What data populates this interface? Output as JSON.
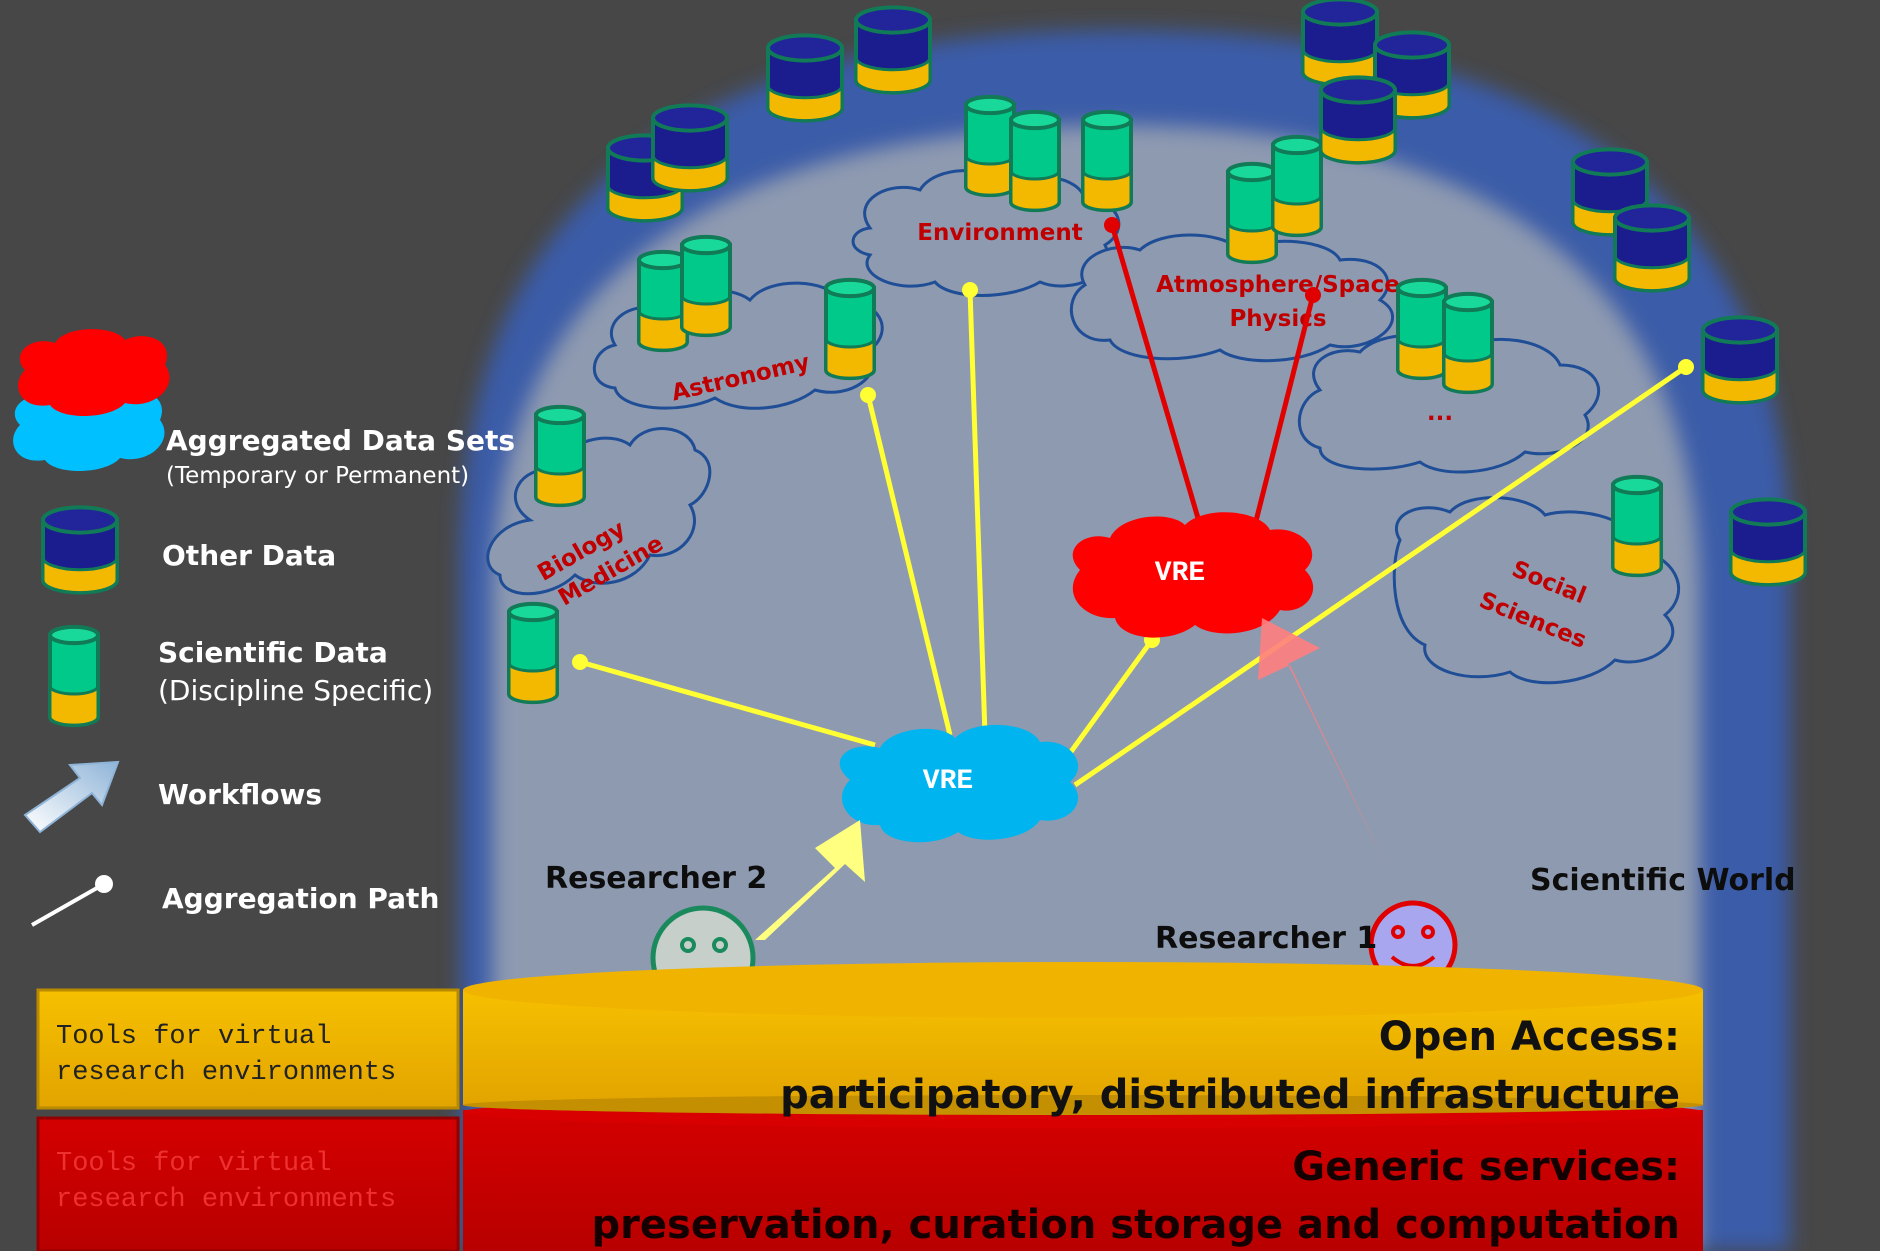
{
  "legend": {
    "aggregated": {
      "label": "Aggregated Data Sets",
      "sublabel": "(Temporary or Permanent)"
    },
    "other": {
      "label": "Other Data"
    },
    "scientific": {
      "label": "Scientific Data",
      "sublabel": "(Discipline Specific)"
    },
    "workflows": {
      "label": "Workflows"
    },
    "aggregation_path": {
      "label": "Aggregation Path"
    }
  },
  "disciplines": {
    "environment": "Environment",
    "atmosphere_line1": "Atmosphere/Space",
    "atmosphere_line2": "Physics",
    "astronomy": "Astronomy",
    "biology_line1": "Biology",
    "biology_line2": "Medicine",
    "ellipsis": "...",
    "social_line1": "Social",
    "social_line2": "Sciences"
  },
  "vre": {
    "red_label": "VRE",
    "blue_label": "VRE"
  },
  "researchers": {
    "r1": "Researcher 1",
    "r2": "Researcher 2",
    "world": "Scientific World"
  },
  "platform": {
    "top_line1": "Open Access:",
    "top_line2": "participatory, distributed infrastructure",
    "bottom_line1": "Generic services:",
    "bottom_line2": "preservation, curation storage and computation"
  },
  "tools": {
    "yellow_line1": "Tools for virtual",
    "yellow_line2": "research environments",
    "red_line1": "Tools for virtual",
    "red_line2": "research environments"
  },
  "colors": {
    "background": "#474747",
    "arch": "#3a5ba8",
    "inner": "#8e9ab0",
    "cloud_label": "#c00000",
    "red_vre": "#ff0000",
    "blue_vre": "#00b4f0",
    "yellow_path": "#ffff33",
    "red_path": "#e00000",
    "gold": "#f3b800",
    "crimson": "#c80000"
  }
}
